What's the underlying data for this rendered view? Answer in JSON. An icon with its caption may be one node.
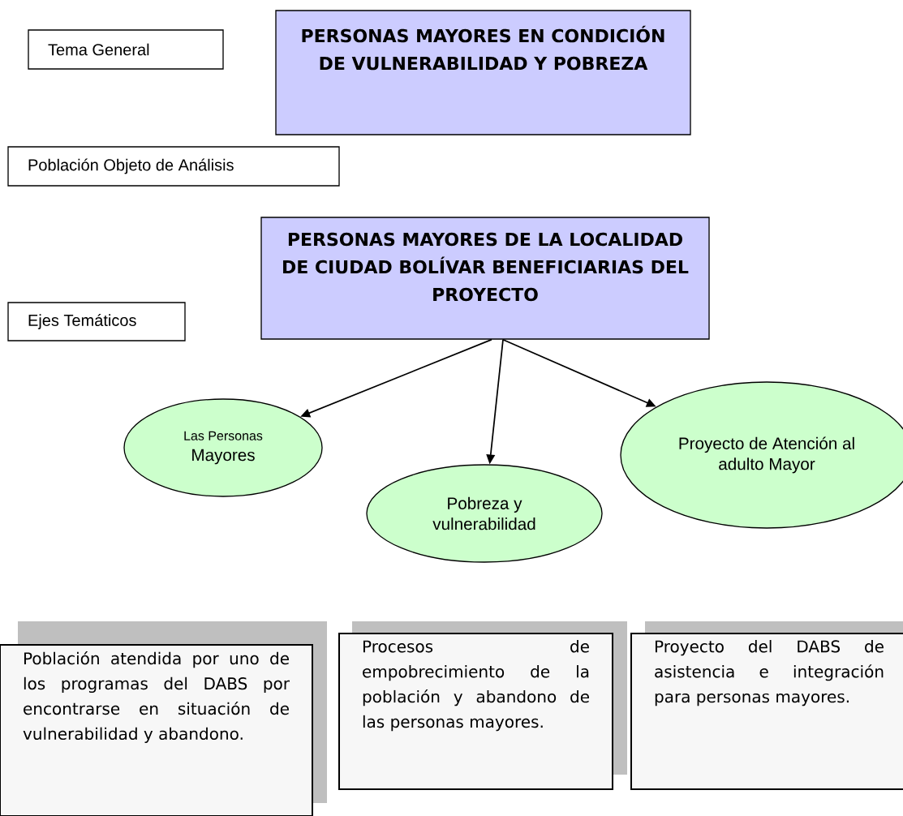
{
  "diagram": {
    "nodes": [
      {
        "text": [
          "Tema General"
        ]
      },
      {
        "text": [
          "PERSONAS MAYORES EN CONDICIÓN DE VULNERABILIDAD Y POBREZA"
        ]
      },
      {
        "text": [
          "Población Objeto de Análisis"
        ]
      },
      {
        "text": [
          "PERSONAS MAYORES DE LA LOCALIDAD DE CIUDAD BOLÍVAR BENEFICIARIAS DEL PROYECTO"
        ]
      },
      {
        "text": [
          "Ejes Temáticos"
        ]
      },
      {
        "text": [
          "Las Personas",
          "Mayores"
        ]
      },
      {
        "text": [
          "Pobreza y vulnerabilidad"
        ]
      },
      {
        "text": [
          "Proyecto de Atención al adulto Mayor"
        ]
      },
      {
        "text": [
          "Población atendida por uno de los programas del DABS por encontrarse en situación de vulnerabilidad y abandono."
        ]
      },
      {
        "text": [
          "Procesos de empobrecimiento de la población y abandono de las personas mayores."
        ]
      },
      {
        "text": [
          "Proyecto del DABS de asistencia e integración para personas mayores."
        ]
      }
    ],
    "edges": [
      {
        "from": 3,
        "to": 5,
        "arrow": "to"
      },
      {
        "from": 3,
        "to": 6,
        "arrow": "to"
      },
      {
        "from": 3,
        "to": 7,
        "arrow": "to"
      }
    ]
  }
}
